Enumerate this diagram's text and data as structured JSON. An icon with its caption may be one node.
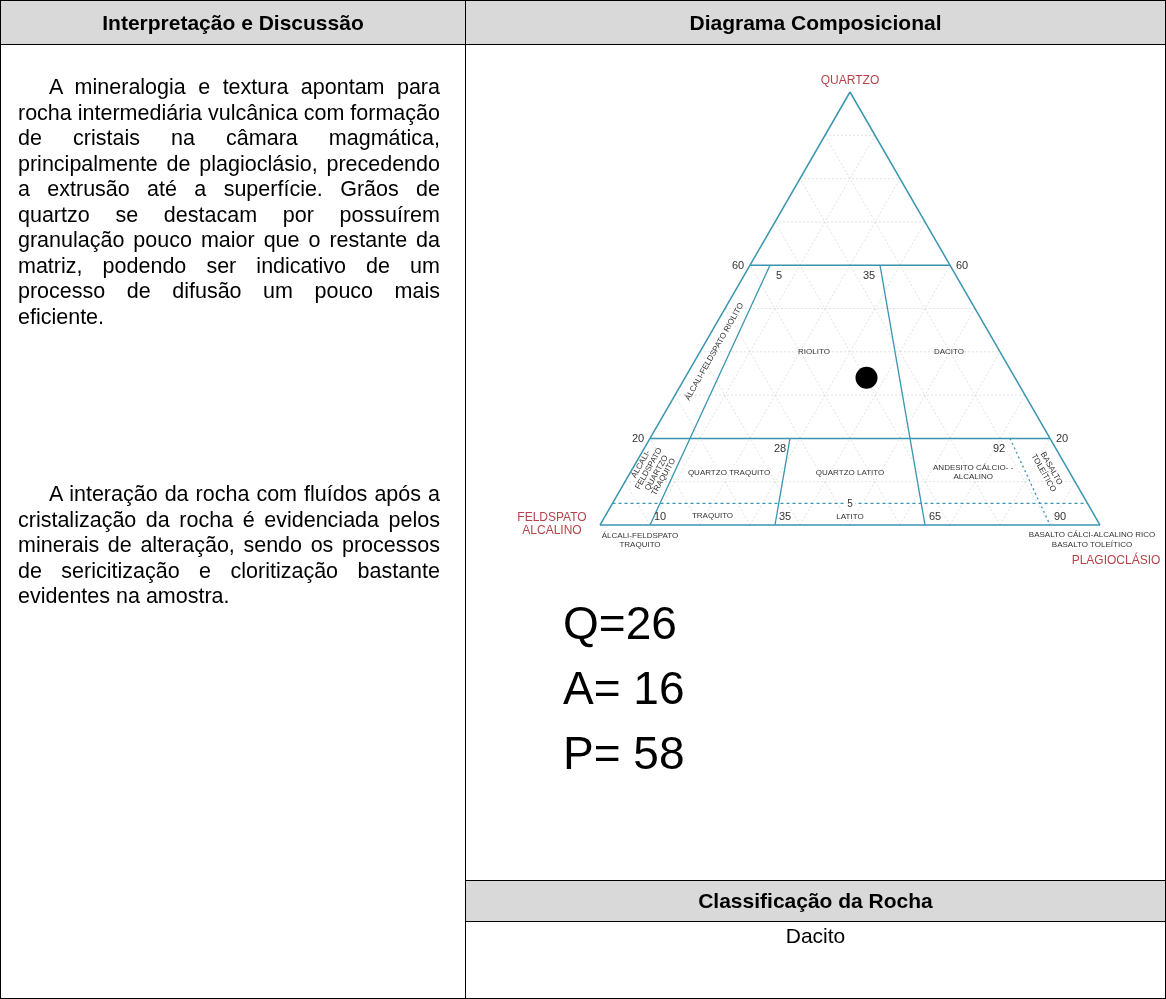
{
  "diagram": {
    "labels": [
      "Interpretação e Discussão",
      "Diagrama Composicional",
      "A mineralogia e textura apontam para rocha intermediária vulcânica com formação de cristais na câmara magmática, principalmente de plagioclásio, precedendo a extrusão até a superfície. Grãos de quartzo se destacam por possuírem granulação pouco maior que o restante da matriz, podendo ser indicativo de um processo de difusão um pouco mais eficiente.",
      "A interação da rocha com fluídos após a cristalização da rocha é evidenciada pelos minerais de alteração, sendo os processos de sericitização e cloritização bastante evidentes na amostra.",
      "QUARTZO",
      "60",
      "60",
      "5",
      "35",
      "ÁLCALI-FELDSPATO RIOLITO",
      "RIOLITO",
      "DACITO",
      "20",
      "28",
      "92",
      "20",
      "ÁLCALI-FELDSPATO QUARTZO TRAQUITO",
      "BASALTO TOLEÍTICO",
      "QUARTZO TRAQUITO",
      "QUARTZO LATITO",
      "ANDESITO CÁLCIO- -ALCALINO",
      "FELDSPATO ALCALINO",
      "ÁLCALI-FELDSPATO TRAQUITO",
      "10",
      "TRAQUITO",
      "35",
      "5",
      "LATITO",
      "65",
      "90",
      "BASALTO CÁLCI-ALCALINO RICO",
      "BASALTO TOLEÍTICO",
      "PLAGIOCLÁSIO",
      "Q=26",
      "A= 16",
      "P= 58",
      "Classificação da Rocha",
      "Dacito"
    ]
  }
}
